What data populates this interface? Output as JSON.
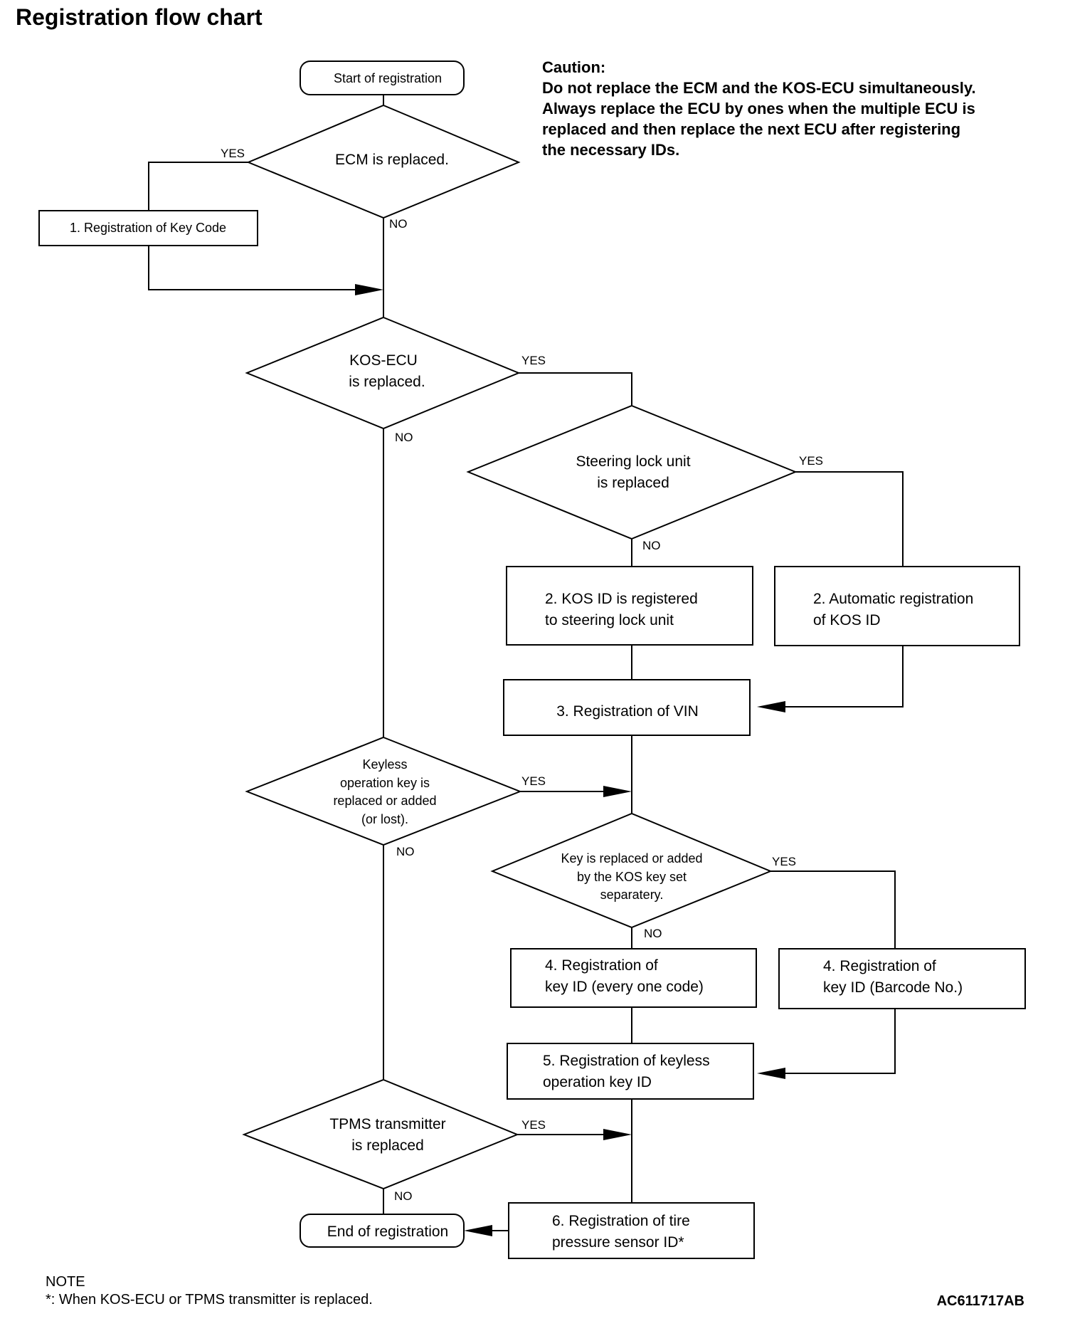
{
  "title": "Registration flow chart",
  "caution": {
    "heading": "Caution:",
    "lines": [
      "Do not replace the ECM and the KOS-ECU simultaneously.",
      "Always replace the ECU by ones when the multiple ECU is",
      "replaced and then replace the next ECU after registering",
      "the necessary IDs."
    ]
  },
  "nodes": {
    "start": "Start of registration",
    "ecm_decision": "ECM is replaced.",
    "key_code_step": "1. Registration of Key Code",
    "kos_ecu_decision": [
      "KOS-ECU",
      "is replaced."
    ],
    "steering_decision": [
      "Steering lock unit",
      "is replaced"
    ],
    "kos_id_to_steering": [
      "2. KOS ID is registered",
      "to steering lock unit"
    ],
    "auto_kos_id": [
      "2. Automatic registration",
      "of KOS ID"
    ],
    "vin_step": "3. Registration of VIN",
    "keyless_decision": [
      "Keyless",
      "operation key is",
      "replaced or added",
      "(or lost)."
    ],
    "kos_key_set_decision": [
      "Key is replaced or added",
      "by the KOS key set",
      "separatery."
    ],
    "key_id_every_one": [
      "4. Registration of",
      "key ID (every one code)"
    ],
    "key_id_barcode": [
      "4. Registration of",
      "key ID (Barcode No.)"
    ],
    "keyless_key_id": [
      "5. Registration of keyless",
      "operation key ID"
    ],
    "tpms_decision": [
      "TPMS transmitter",
      "is replaced"
    ],
    "tire_sensor_id": [
      "6. Registration of tire",
      "pressure sensor ID*"
    ],
    "end": "End of registration"
  },
  "branch_labels": {
    "yes": "YES",
    "no": "NO"
  },
  "note": {
    "heading": "NOTE",
    "text": "*: When KOS-ECU or TPMS transmitter is replaced."
  },
  "figure_id": "AC611717AB"
}
